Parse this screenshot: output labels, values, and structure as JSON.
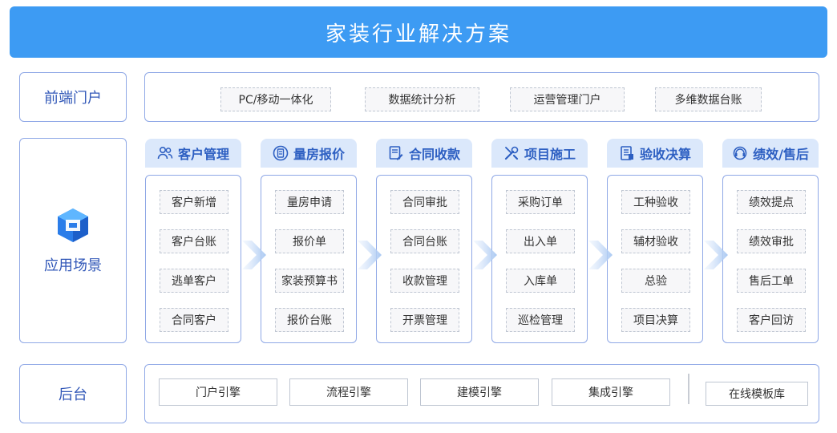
{
  "title": "家装行业解决方案",
  "rows": {
    "frontend": {
      "label": "前端门户",
      "items": [
        "PC/移动一体化",
        "数据统计分析",
        "运营管理门户",
        "多维数据台账"
      ]
    },
    "app": {
      "label": "应用场景",
      "logo_icon": "cube-logo-icon"
    },
    "backend": {
      "label": "后台",
      "engines": [
        "门户引擎",
        "流程引擎",
        "建模引擎",
        "集成引擎"
      ],
      "library": "在线模板库"
    }
  },
  "columns": [
    {
      "title": "客户管理",
      "icon": "users-icon",
      "items": [
        "客户新增",
        "客户台账",
        "逃单客户",
        "合同客户"
      ]
    },
    {
      "title": "量房报价",
      "icon": "calculator-icon",
      "items": [
        "量房申请",
        "报价单",
        "家装预算书",
        "报价台账"
      ]
    },
    {
      "title": "合同收款",
      "icon": "contract-icon",
      "items": [
        "合同审批",
        "合同台账",
        "收款管理",
        "开票管理"
      ]
    },
    {
      "title": "项目施工",
      "icon": "tools-icon",
      "items": [
        "采购订单",
        "出入单",
        "入库单",
        "巡检管理"
      ]
    },
    {
      "title": "验收决算",
      "icon": "document-icon",
      "items": [
        "工种验收",
        "辅材验收",
        "总验",
        "项目决算"
      ]
    },
    {
      "title": "绩效/售后",
      "icon": "headset-icon",
      "items": [
        "绩效提点",
        "绩效审批",
        "售后工单",
        "客户回访"
      ]
    }
  ],
  "colors": {
    "title_bg": "#3d9bf3",
    "accent": "#2d5fc2",
    "border": "#8fa8e6",
    "header_bg": "#dbe8fb"
  }
}
